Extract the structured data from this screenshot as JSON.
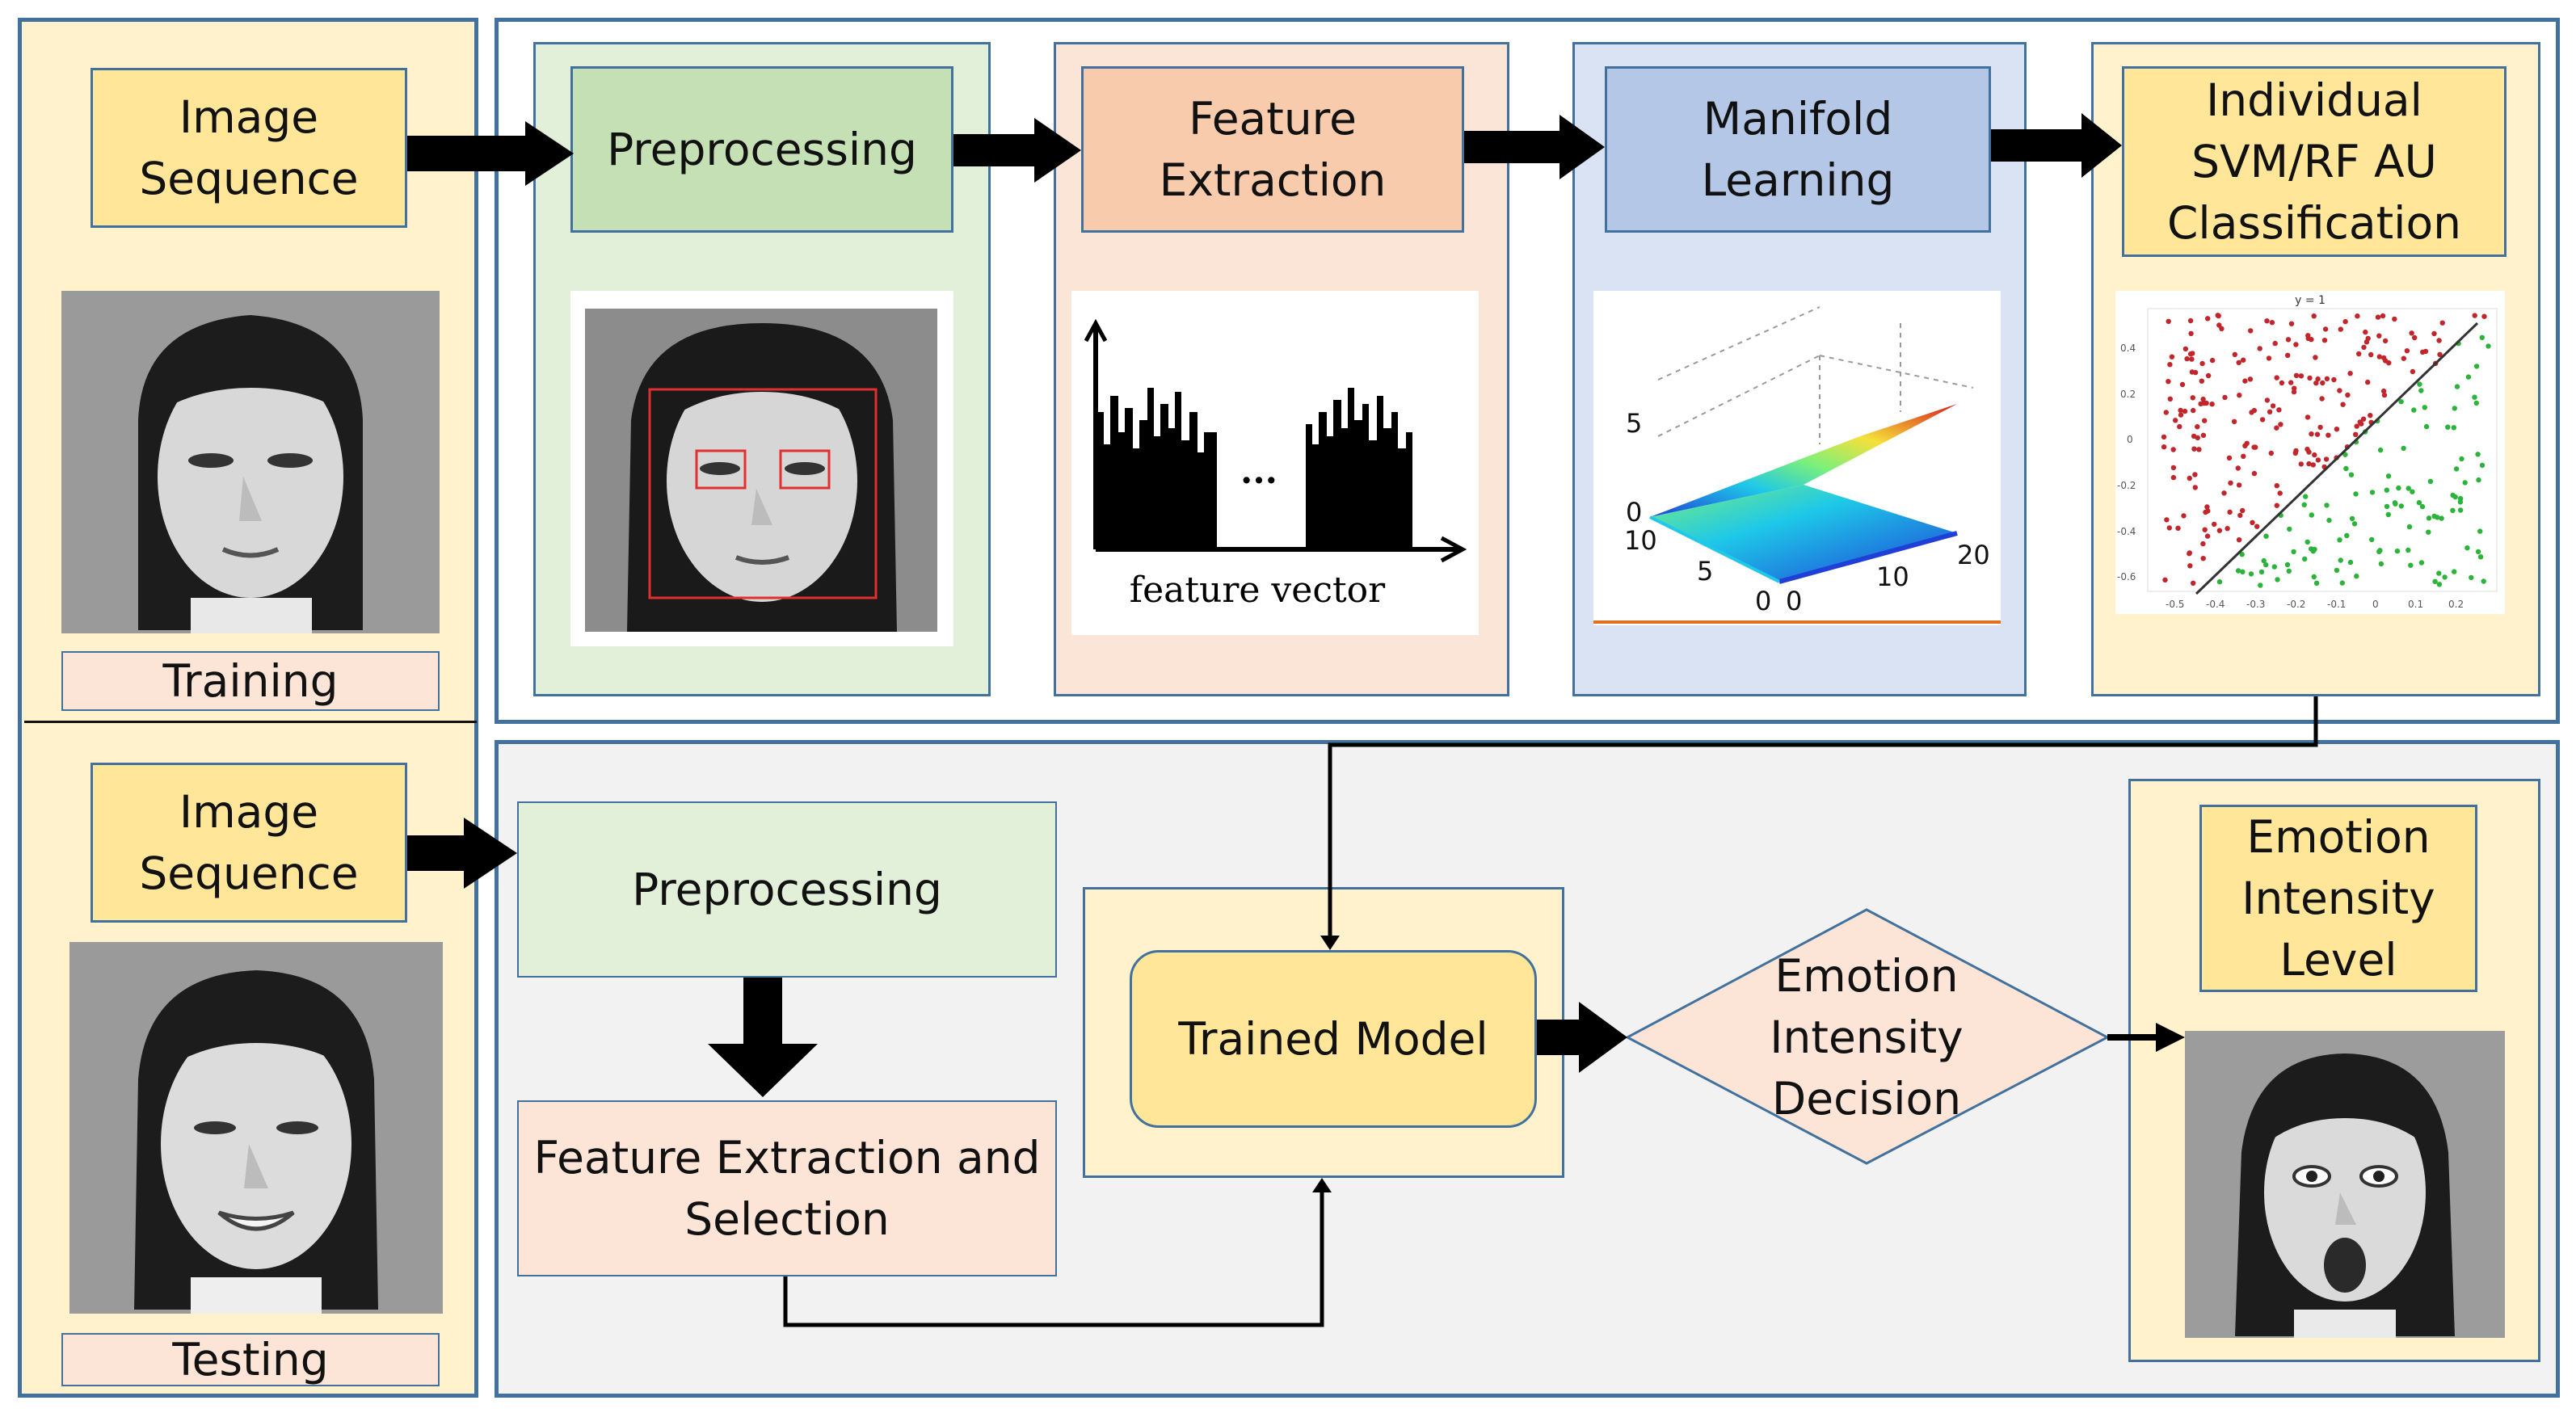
{
  "colors": {
    "frame": "#41719c",
    "yellow_bg": "#fff2cc",
    "yellow_box": "#ffe699",
    "green_bg": "#e2f0d9",
    "green_box": "#c5e0b4",
    "orange_bg": "#fbe5d6",
    "orange_box": "#f8cbad",
    "blue_bg": "#dae3f3",
    "blue_box": "#b4c7e7",
    "gray_bg": "#f2f2f2",
    "pink_label": "#fce4d6"
  },
  "left_column": {
    "training_input": "Image\nSequence",
    "training_label": "Training",
    "testing_input": "Image\nSequence",
    "testing_label": "Testing"
  },
  "training_pipeline": {
    "preprocessing": "Preprocessing",
    "feature_extraction": "Feature\nExtraction",
    "feature_vector_caption": "feature vector",
    "ellipsis": "...",
    "manifold_learning": "Manifold\nLearning",
    "manifold_ticks": {
      "z": [
        "5",
        "0"
      ],
      "left_axis": [
        "10",
        "5",
        "0"
      ],
      "right_axis": [
        "0",
        "10",
        "20"
      ]
    },
    "classification": "Individual\nSVM/RF AU\nClassification",
    "scatter_title": "y = 1",
    "scatter_y_ticks": [
      "0.4",
      "0.2",
      "0",
      "-0.2",
      "-0.4",
      "-0.6"
    ],
    "scatter_x_ticks": [
      "-0.5",
      "-0.4",
      "-0.3",
      "-0.2",
      "-0.1",
      "0",
      "0.1",
      "0.2"
    ]
  },
  "testing_pipeline": {
    "preprocessing": "Preprocessing",
    "feature_extraction_selection": "Feature Extraction and\nSelection",
    "trained_model": "Trained Model",
    "decision": "Emotion\nIntensity\nDecision",
    "output_label": "Emotion\nIntensity\nLevel"
  }
}
